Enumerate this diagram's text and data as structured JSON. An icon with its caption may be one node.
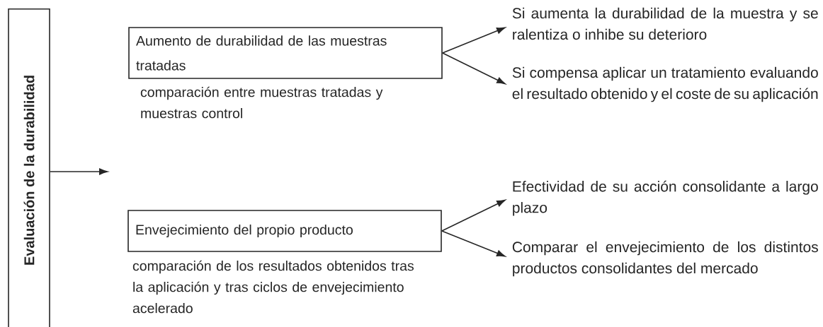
{
  "diagram": {
    "nodes": [
      {
        "text": [
          "Evaluación de la durabilidad"
        ]
      },
      {
        "text": [
          "Aumento de durabilidad de las muestras tratadas"
        ],
        "beside": [
          "comparación entre muestras tratadas y muestras control"
        ]
      },
      {
        "text": [
          "Envejecimiento del propio producto"
        ],
        "beside": [
          "comparación de los resultados obtenidos tras la aplicación y tras ciclos de envejecimiento acelerado"
        ]
      },
      {
        "text": [
          "Si aumenta la durabilidad de la muestra y se ralentiza o inhibe su deterioro"
        ]
      },
      {
        "text": [
          "Si compensa aplicar un tratamiento evaluando el resultado obtenido y el coste de su aplicación"
        ]
      },
      {
        "text": [
          "Efectividad de su acción consolidante a largo plazo"
        ]
      },
      {
        "text": [
          "Comparar el envejecimiento de los distintos productos consolidantes del mercado"
        ]
      }
    ],
    "edges": [
      {
        "from": 0,
        "to": null,
        "arrow": "to"
      },
      {
        "from": 1,
        "to": 3,
        "arrow": "to"
      },
      {
        "from": 1,
        "to": 4,
        "arrow": "to"
      },
      {
        "from": 2,
        "to": 5,
        "arrow": "to"
      },
      {
        "from": 2,
        "to": 6,
        "arrow": "to"
      }
    ]
  }
}
